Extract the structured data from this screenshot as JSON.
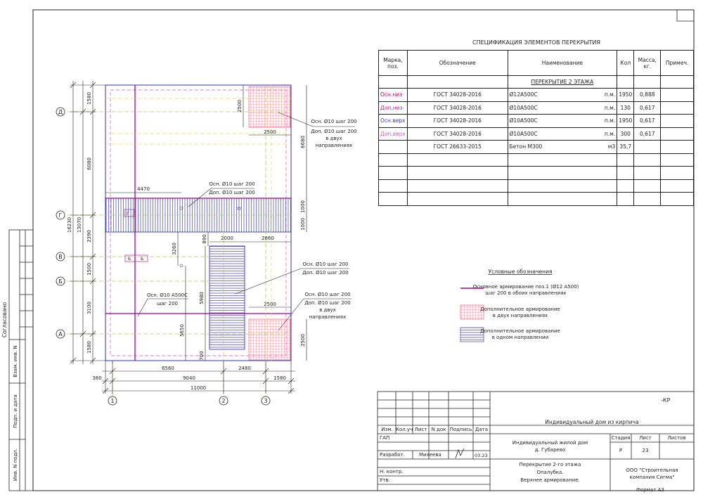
{
  "spec": {
    "title": "СПЕЦИФИКАЦИЯ ЭЛЕМЕНТОВ ПЕРЕКРЫТИЯ",
    "headers": [
      "Марка, поз.",
      "Обозначение",
      "Наименование",
      "Кол",
      "Масса, кг.",
      "Примеч."
    ],
    "section_title": "ПЕРЕКРЫТИЕ 2 ЭТАЖА",
    "rows": [
      {
        "mark": "Осн.низ",
        "mark_color": "#c0006a",
        "doc": "ГОСТ 34028-2016",
        "name": "Ø12А500С",
        "unit": "п.м.",
        "qty": "1950",
        "mass": "0,888",
        "note": ""
      },
      {
        "mark": "Доп.низ",
        "mark_color": "#e0208a",
        "doc": "ГОСТ 34028-2016",
        "name": "Ø10А500С",
        "unit": "п.м.",
        "qty": "130",
        "mass": "0,617",
        "note": ""
      },
      {
        "mark": "Осн.верх",
        "mark_color": "#3a3acf",
        "doc": "ГОСТ 34028-2016",
        "name": "Ø10А500С",
        "unit": "п.м.",
        "qty": "1950",
        "mass": "0,617",
        "note": ""
      },
      {
        "mark": "Доп.верх",
        "mark_color": "#d060c0",
        "doc": "ГОСТ 34028-2016",
        "name": "Ø10А500С",
        "unit": "п.м.",
        "qty": "300",
        "mass": "0,617",
        "note": ""
      },
      {
        "mark": "",
        "mark_color": "#222222",
        "doc": "ГОСТ 26633-2015",
        "name": "Бетон М300",
        "unit": "м3",
        "qty": "35,7",
        "mass": "",
        "note": ""
      }
    ],
    "empty_rows": 4
  },
  "plan": {
    "axis_letters": [
      "Д",
      "Г",
      "В",
      "Б",
      "А"
    ],
    "axis_numbers": [
      "1",
      "2",
      "3"
    ],
    "dims_left_outer": [
      "16230",
      "13070"
    ],
    "dims_left": [
      "1580",
      "6080",
      "2390",
      "1500",
      "3100",
      "1580"
    ],
    "dims_bottom_row1": [
      "6560",
      "2480"
    ],
    "dims_bottom_row2": [
      "380",
      "9040",
      "1580"
    ],
    "dims_bottom_total": "11000",
    "dims_inner": [
      "2500",
      "2500",
      "6680",
      "4470",
      "1000",
      "1000",
      "2000",
      "2860",
      "890",
      "3260",
      "5980",
      "5650",
      "700",
      "2500",
      "2500"
    ],
    "callouts": [
      {
        "lines": [
          "Осн. Ø10 шаг 200",
          "Доп. Ø10 шаг 200",
          "в двух",
          "направлениях"
        ]
      },
      {
        "lines": [
          "Осн. Ø10 шаг 200",
          "Доп. Ø10 шаг 200"
        ]
      },
      {
        "lines": [
          "Осн. Ø10 шаг 200",
          "Доп. Ø10 шаг 200"
        ]
      },
      {
        "lines": [
          "Осн. Ø10 А500С",
          "шаг 200"
        ]
      },
      {
        "lines": [
          "Осн. Ø10 шаг 200",
          "Доп. Ø10 шаг 200",
          "в двух",
          "направлениях"
        ]
      }
    ],
    "small_marks": [
      "Г",
      "Б",
      "Б"
    ]
  },
  "legend": {
    "title": "Условные обозначения",
    "items": [
      {
        "kind": "line",
        "color": "#a000a0",
        "lines": [
          "Основное армирование поз.1 (Ø12 А500)",
          "шаг 200 в обоих направлениях"
        ]
      },
      {
        "kind": "grid",
        "color": "#e05060",
        "lines": [
          "Дополнительное армирование",
          "в двух направлениях"
        ]
      },
      {
        "kind": "hatch",
        "color": "#2020b0",
        "lines": [
          "Дополнительное армирование",
          "в одном направлении"
        ]
      }
    ]
  },
  "stamp": {
    "code": "-КР",
    "project": "Индивидуальный дом из кирпича",
    "headers": [
      "Изм.",
      "Кол.уч",
      "Лист",
      "N док",
      "Подпись",
      "Дата"
    ],
    "roles": [
      "ГАП",
      "Разработ.",
      "",
      "Н. контр.",
      "Утв."
    ],
    "developer": "Михеева",
    "date": "03.23",
    "object_lines": [
      "Индивидуальный жилой дом",
      "д. Губарево"
    ],
    "stage_label": "Стадия",
    "sheet_label": "Лист",
    "sheets_label": "Листов",
    "stage": "Р",
    "sheet": "23",
    "drawing_lines": [
      "Перекрытие 2-го этажа",
      "Опалубка.",
      "Верхнее армирование."
    ],
    "company_lines": [
      "ООО \"Строительная",
      "компания Сигма\""
    ]
  },
  "side": {
    "agreed": "Согласовано",
    "labels": [
      "Взам. инв. N",
      "Подп. и дата",
      "Инв. N подл."
    ]
  },
  "format": "Формат А3"
}
